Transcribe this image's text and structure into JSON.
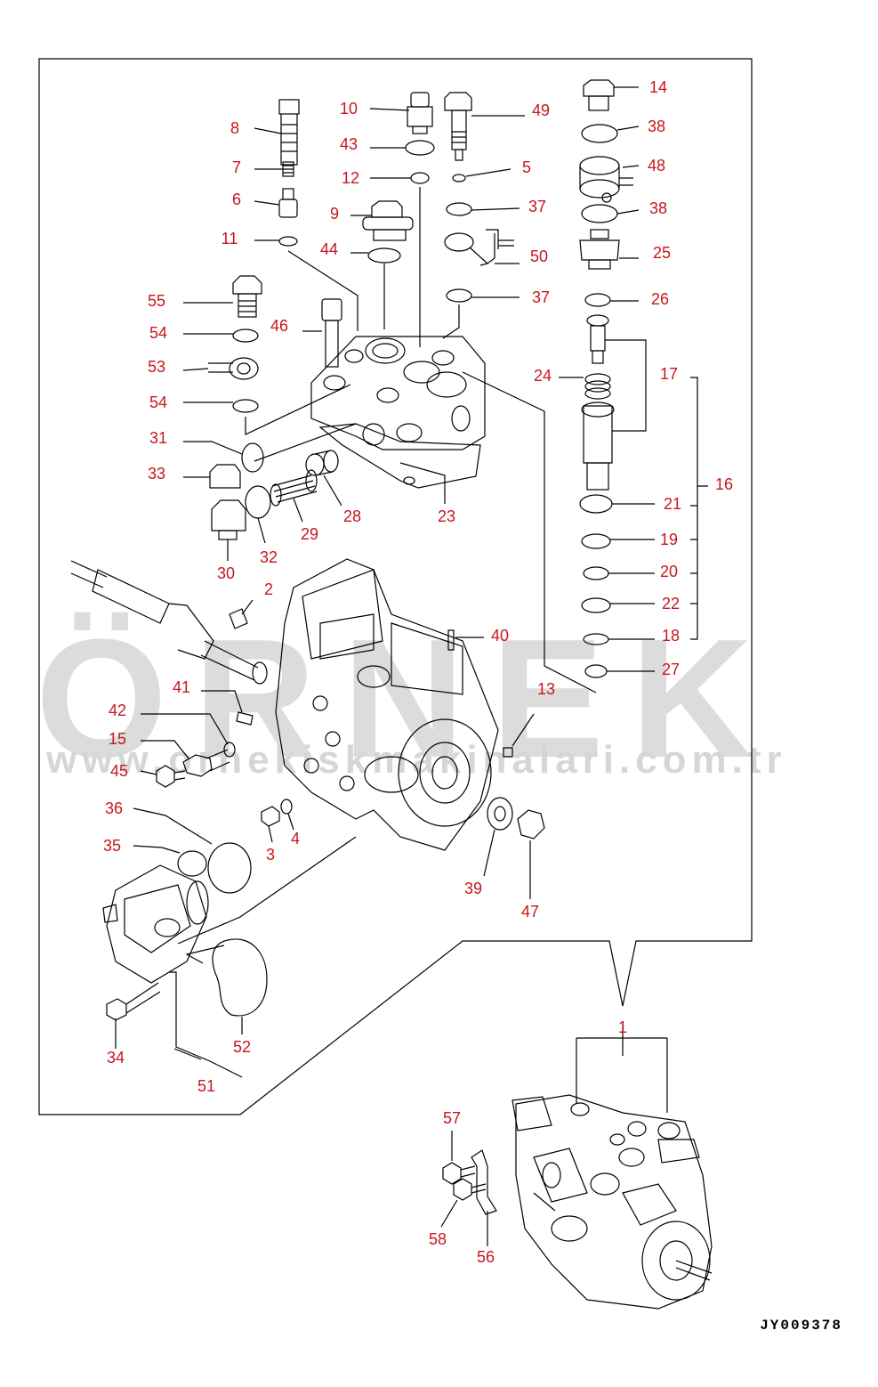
{
  "watermark": {
    "brand": "ÖRNEK",
    "site": "www.ornekiskmakinalari.com.tr"
  },
  "drawing_code": "JY009378",
  "colors": {
    "label": "#c8161d",
    "line": "#000000",
    "watermark": "#dcdcdc"
  },
  "callouts": [
    {
      "label": "1"
    },
    {
      "label": "2"
    },
    {
      "label": "3"
    },
    {
      "label": "4"
    },
    {
      "label": "5"
    },
    {
      "label": "6"
    },
    {
      "label": "7"
    },
    {
      "label": "8"
    },
    {
      "label": "9"
    },
    {
      "label": "10"
    },
    {
      "label": "11"
    },
    {
      "label": "12"
    },
    {
      "label": "13"
    },
    {
      "label": "14"
    },
    {
      "label": "15"
    },
    {
      "label": "16"
    },
    {
      "label": "17"
    },
    {
      "label": "18"
    },
    {
      "label": "19"
    },
    {
      "label": "20"
    },
    {
      "label": "21"
    },
    {
      "label": "22"
    },
    {
      "label": "23"
    },
    {
      "label": "24"
    },
    {
      "label": "25"
    },
    {
      "label": "26"
    },
    {
      "label": "27"
    },
    {
      "label": "28"
    },
    {
      "label": "29"
    },
    {
      "label": "30"
    },
    {
      "label": "31"
    },
    {
      "label": "32"
    },
    {
      "label": "33"
    },
    {
      "label": "34"
    },
    {
      "label": "35"
    },
    {
      "label": "36"
    },
    {
      "label": "37"
    },
    {
      "label": "37"
    },
    {
      "label": "38"
    },
    {
      "label": "38"
    },
    {
      "label": "39"
    },
    {
      "label": "40"
    },
    {
      "label": "41"
    },
    {
      "label": "42"
    },
    {
      "label": "43"
    },
    {
      "label": "44"
    },
    {
      "label": "45"
    },
    {
      "label": "46"
    },
    {
      "label": "47"
    },
    {
      "label": "48"
    },
    {
      "label": "49"
    },
    {
      "label": "50"
    },
    {
      "label": "51"
    },
    {
      "label": "52"
    },
    {
      "label": "53"
    },
    {
      "label": "54"
    },
    {
      "label": "54"
    },
    {
      "label": "55"
    },
    {
      "label": "56"
    },
    {
      "label": "57"
    },
    {
      "label": "58"
    }
  ]
}
